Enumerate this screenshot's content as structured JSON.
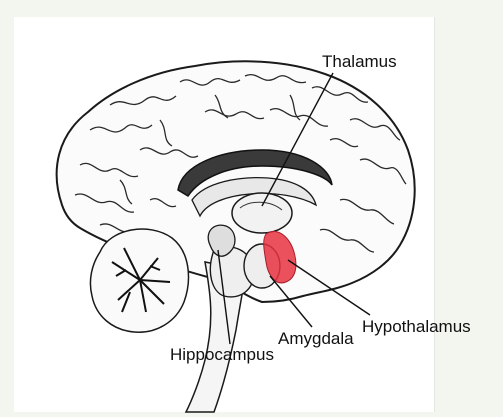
{
  "labels": {
    "thalamus": "Thalamus",
    "hypothalamus": "Hypothalamus",
    "amygdala": "Amygdala",
    "hippocampus": "Hippocampus"
  },
  "colors": {
    "highlight": "#e8323f",
    "ink": "#1a1a1a",
    "background": "#f3f6ee",
    "sheet": "#ffffff"
  }
}
